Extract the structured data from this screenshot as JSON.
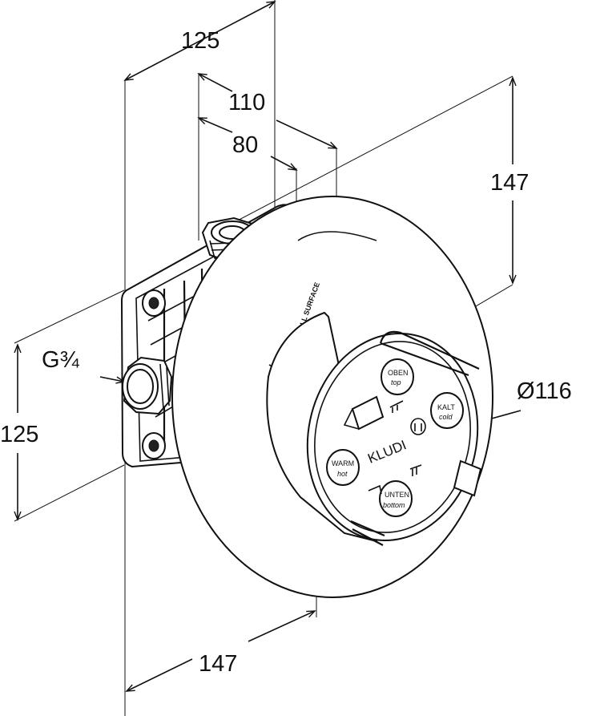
{
  "dimensions": {
    "top_width": "125",
    "top_outer": "110",
    "top_inner": "80",
    "right_height": "147",
    "diameter": "Ø116",
    "left_height": "125",
    "bottom_width": "147",
    "thread": "G¾"
  },
  "device": {
    "brand": "KLUDI",
    "wall_surface": "WALL SURFACE",
    "ports": [
      {
        "de": "OBEN",
        "en": "top"
      },
      {
        "de": "KALT",
        "en": "cold"
      },
      {
        "de": "UNTEN",
        "en": "bottom"
      },
      {
        "de": "WARM",
        "en": "hot"
      }
    ]
  }
}
